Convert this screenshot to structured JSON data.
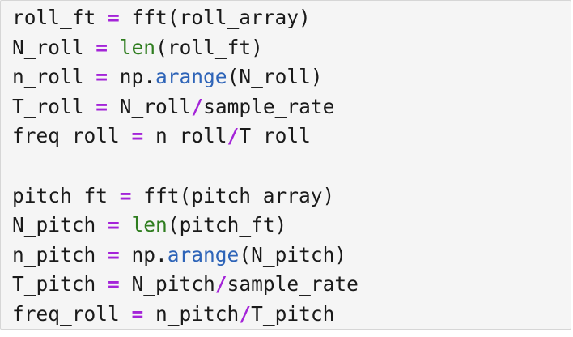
{
  "colors": {
    "cell_background": "#f5f5f5",
    "cell_border": "#d6d6d6",
    "text": "#1a1a1a",
    "operator": "#a424d8",
    "builtin": "#2f7d1f",
    "attribute": "#2e64b8"
  },
  "code": {
    "lines": [
      [
        {
          "t": "roll_ft ",
          "k": "name"
        },
        {
          "t": "=",
          "k": "op"
        },
        {
          "t": " fft(roll_array)",
          "k": "name"
        }
      ],
      [
        {
          "t": "N_roll ",
          "k": "name"
        },
        {
          "t": "=",
          "k": "op"
        },
        {
          "t": " ",
          "k": "name"
        },
        {
          "t": "len",
          "k": "builtin"
        },
        {
          "t": "(roll_ft)",
          "k": "name"
        }
      ],
      [
        {
          "t": "n_roll ",
          "k": "name"
        },
        {
          "t": "=",
          "k": "op"
        },
        {
          "t": " np.",
          "k": "name"
        },
        {
          "t": "arange",
          "k": "attr"
        },
        {
          "t": "(N_roll)",
          "k": "name"
        }
      ],
      [
        {
          "t": "T_roll ",
          "k": "name"
        },
        {
          "t": "=",
          "k": "op"
        },
        {
          "t": " N_roll",
          "k": "name"
        },
        {
          "t": "/",
          "k": "op"
        },
        {
          "t": "sample_rate",
          "k": "name"
        }
      ],
      [
        {
          "t": "freq_roll ",
          "k": "name"
        },
        {
          "t": "=",
          "k": "op"
        },
        {
          "t": " n_roll",
          "k": "name"
        },
        {
          "t": "/",
          "k": "op"
        },
        {
          "t": "T_roll",
          "k": "name"
        }
      ],
      [],
      [
        {
          "t": "pitch_ft ",
          "k": "name"
        },
        {
          "t": "=",
          "k": "op"
        },
        {
          "t": " fft(pitch_array)",
          "k": "name"
        }
      ],
      [
        {
          "t": "N_pitch ",
          "k": "name"
        },
        {
          "t": "=",
          "k": "op"
        },
        {
          "t": " ",
          "k": "name"
        },
        {
          "t": "len",
          "k": "builtin"
        },
        {
          "t": "(pitch_ft)",
          "k": "name"
        }
      ],
      [
        {
          "t": "n_pitch ",
          "k": "name"
        },
        {
          "t": "=",
          "k": "op"
        },
        {
          "t": " np.",
          "k": "name"
        },
        {
          "t": "arange",
          "k": "attr"
        },
        {
          "t": "(N_pitch)",
          "k": "name"
        }
      ],
      [
        {
          "t": "T_pitch ",
          "k": "name"
        },
        {
          "t": "=",
          "k": "op"
        },
        {
          "t": " N_pitch",
          "k": "name"
        },
        {
          "t": "/",
          "k": "op"
        },
        {
          "t": "sample_rate",
          "k": "name"
        }
      ],
      [
        {
          "t": "freq_roll ",
          "k": "name"
        },
        {
          "t": "=",
          "k": "op"
        },
        {
          "t": " n_pitch",
          "k": "name"
        },
        {
          "t": "/",
          "k": "op"
        },
        {
          "t": "T_pitch",
          "k": "name"
        }
      ]
    ]
  }
}
